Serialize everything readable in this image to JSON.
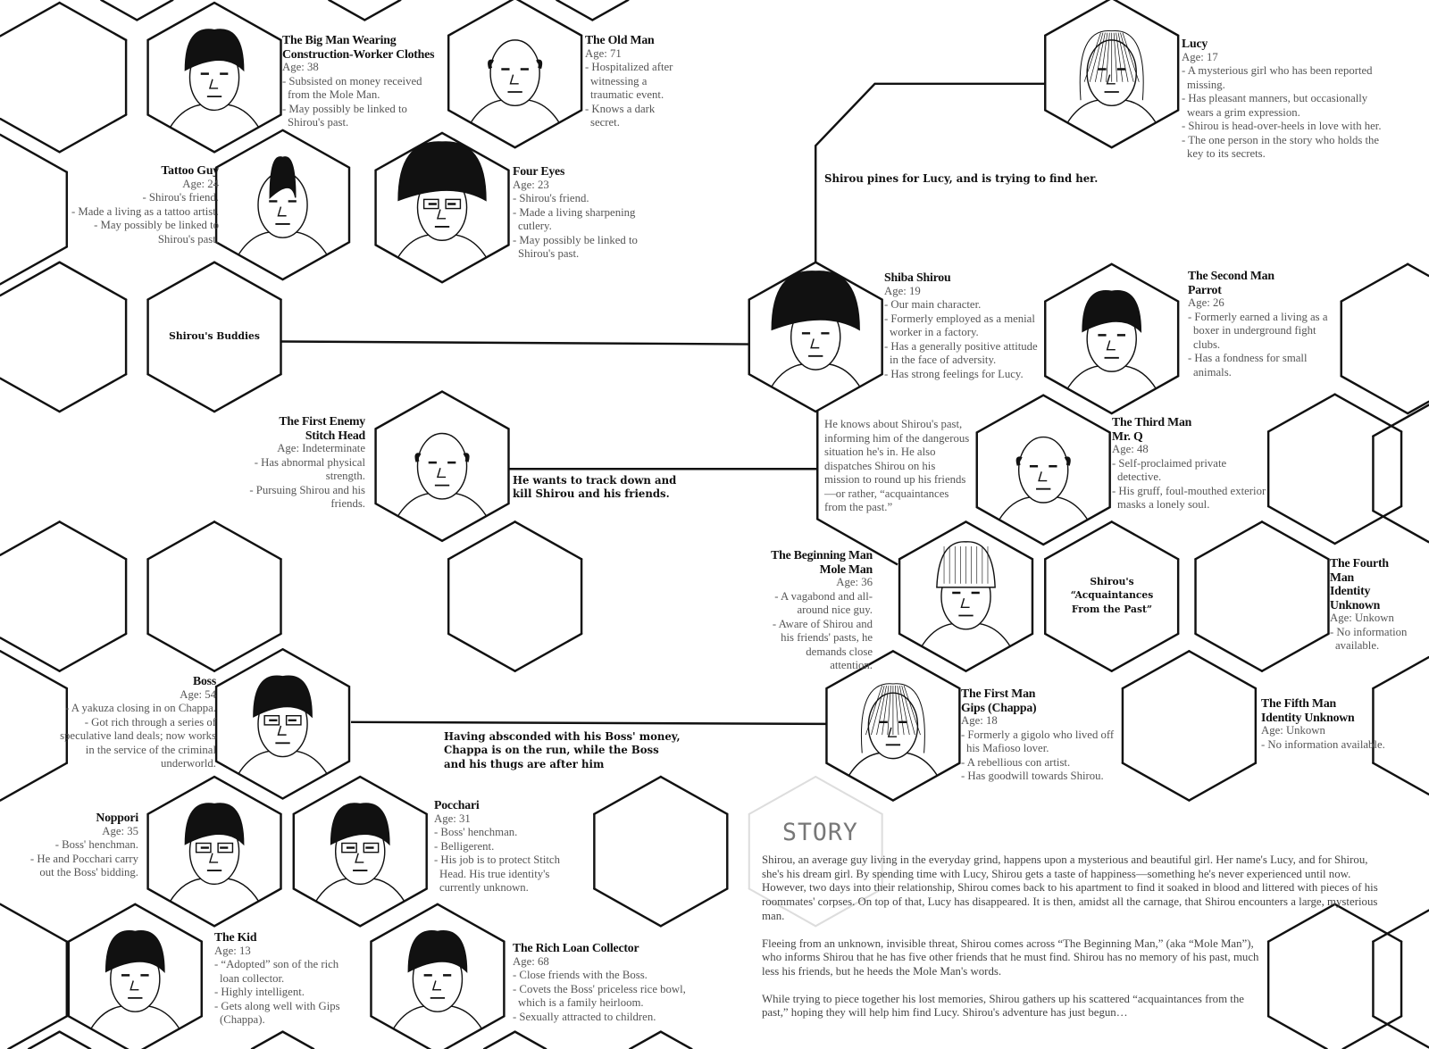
{
  "characters": [
    {
      "name": [
        "The Big Man Wearing",
        "Construction-Worker Clothes"
      ],
      "age": "Age: 38",
      "bullets": [
        "Subsisted on money received from the Mole Man.",
        "May possibly be linked to Shirou's past."
      ]
    },
    {
      "name": [
        "The Old Man"
      ],
      "age": "Age: 71",
      "bullets": [
        "Hospitalized after witnessing a traumatic event.",
        "Knows a dark secret."
      ]
    },
    {
      "name": [
        "Lucy"
      ],
      "age": "Age: 17",
      "bullets": [
        "A mysterious girl who has been reported missing.",
        "Has pleasant manners, but occasionally wears a grim expression.",
        "Shirou is head-over-heels in love with her.",
        "The one person in the story who holds the key to its secrets."
      ]
    },
    {
      "name": [
        "Tattoo Guy"
      ],
      "age": "Age: 24",
      "bullets": [
        "Shirou's friend.",
        "Made a living as a tattoo artist.",
        "May possibly be linked to Shirou's past."
      ]
    },
    {
      "name": [
        "Four Eyes"
      ],
      "age": "Age: 23",
      "bullets": [
        "Shirou's friend.",
        "Made a living sharpening cutlery.",
        "May possibly be linked to Shirou's past."
      ]
    },
    {
      "name": [
        "Shiba Shirou"
      ],
      "age": "Age: 19",
      "bullets": [
        "Our main character.",
        "Formerly employed as a menial worker in a factory.",
        "Has a generally positive attitude in the face of adversity.",
        "Has strong feelings for Lucy."
      ]
    },
    {
      "name": [
        "The Second Man",
        "Parrot"
      ],
      "age": "Age: 26",
      "bullets": [
        "Formerly earned a living as a boxer in underground fight clubs.",
        "Has a fondness for small animals."
      ]
    },
    {
      "name": [
        "The First Enemy",
        "Stitch Head"
      ],
      "age": "Age: Indeterminate",
      "bullets": [
        "Has abnormal physical strength.",
        "Pursuing Shirou and his friends."
      ]
    },
    {
      "name": [
        "The Third Man",
        "Mr. Q"
      ],
      "age": "Age: 48",
      "bullets": [
        "Self-proclaimed private detective.",
        "His gruff, foul-mouthed exterior masks a lonely soul."
      ]
    },
    {
      "name": [
        "The Beginning Man",
        "Mole Man"
      ],
      "age": "Age: 36",
      "bullets": [
        "A vagabond and all-around nice guy.",
        "Aware of Shirou and his friends' pasts, he demands close attention."
      ]
    },
    {
      "name": [
        "The Fourth",
        "Man",
        "Identity",
        "Unknown"
      ],
      "age": "Age: Unkown",
      "bullets": [
        "No information available."
      ]
    },
    {
      "name": [
        "Boss"
      ],
      "age": "Age: 54",
      "bullets": [
        "A yakuza closing in on Chappa.",
        "Got rich through a series of speculative land deals; now works in the service of the criminal underworld."
      ]
    },
    {
      "name": [
        "The First Man",
        "Gips (Chappa)"
      ],
      "age": "Age: 18",
      "bullets": [
        "Formerly a gigolo who lived off his Mafioso lover.",
        "A rebellious con artist.",
        "Has goodwill towards Shirou."
      ]
    },
    {
      "name": [
        "The Fifth Man",
        "Identity Unknown"
      ],
      "age": "Age: Unkown",
      "bullets": [
        "No information available."
      ]
    },
    {
      "name": [
        "Noppori"
      ],
      "age": "Age: 35",
      "bullets": [
        "Boss' henchman.",
        "He and Pocchari carry out the Boss' bidding."
      ]
    },
    {
      "name": [
        "Pocchari"
      ],
      "age": "Age: 31",
      "bullets": [
        "Boss' henchman.",
        "Belligerent.",
        "His job is to protect Stitch Head. His true identity's currently unknown."
      ]
    },
    {
      "name": [
        "The Kid"
      ],
      "age": "Age: 13",
      "bullets": [
        "“Adopted” son of the rich loan collector.",
        "Highly intelligent.",
        "Gets along well with Gips (Chappa)."
      ]
    },
    {
      "name": [
        "The Rich Loan Collector"
      ],
      "age": "Age: 68",
      "bullets": [
        "Close friends with the Boss.",
        "Covets the Boss' priceless rice bowl, which is a family heirloom.",
        "Sexually attracted to children."
      ]
    }
  ],
  "labels": {
    "buddies": "Shirou's Buddies",
    "acquaintances": [
      "Shirou's",
      "“Acquaintances",
      "From the Past”"
    ]
  },
  "relations": {
    "lucy": "Shirou pines for Lucy, and is trying to find her.",
    "stitch_head": [
      "He wants to track down and",
      "kill Shirou and his friends."
    ],
    "boss": [
      "Having absconded with his Boss' money,",
      "Chappa is on the run, while the Boss",
      "and his thugs are after him"
    ],
    "mr_q": "He knows about Shirou's past, informing him of the dangerous situation he's in. He also dispatches Shirou on his mission to round up his friends—or rather, “acquaintances from the past.”"
  },
  "story": {
    "title": "STORY",
    "paragraphs": [
      "Shirou, an average guy living in the everyday grind, happens upon a mysterious and beautiful girl. Her name's Lucy, and for Shirou, she's his dream girl. By spending time with Lucy, Shirou gets a taste of happiness—something he's never experienced until now. However, two days into their relationship, Shirou comes back to his apartment to find it soaked in blood and littered with pieces of his roommates' corpses. On top of that, Lucy has disappeared. It is then, amidst all the carnage, that Shirou encounters a large, mysterious man.",
      "Fleeing from an unknown, invisible threat, Shirou comes across “The Beginning Man,” (aka “Mole Man”), who informs Shirou that he has five other friends that he must find. Shirou has no memory of his past, much less his friends, but he heeds the Mole Man's words.",
      "While trying to piece together his lost memories, Shirou gathers up his scattered “acquaintances from the past,” hoping they will help him find Lucy. Shirou's adventure has just begun…"
    ]
  }
}
